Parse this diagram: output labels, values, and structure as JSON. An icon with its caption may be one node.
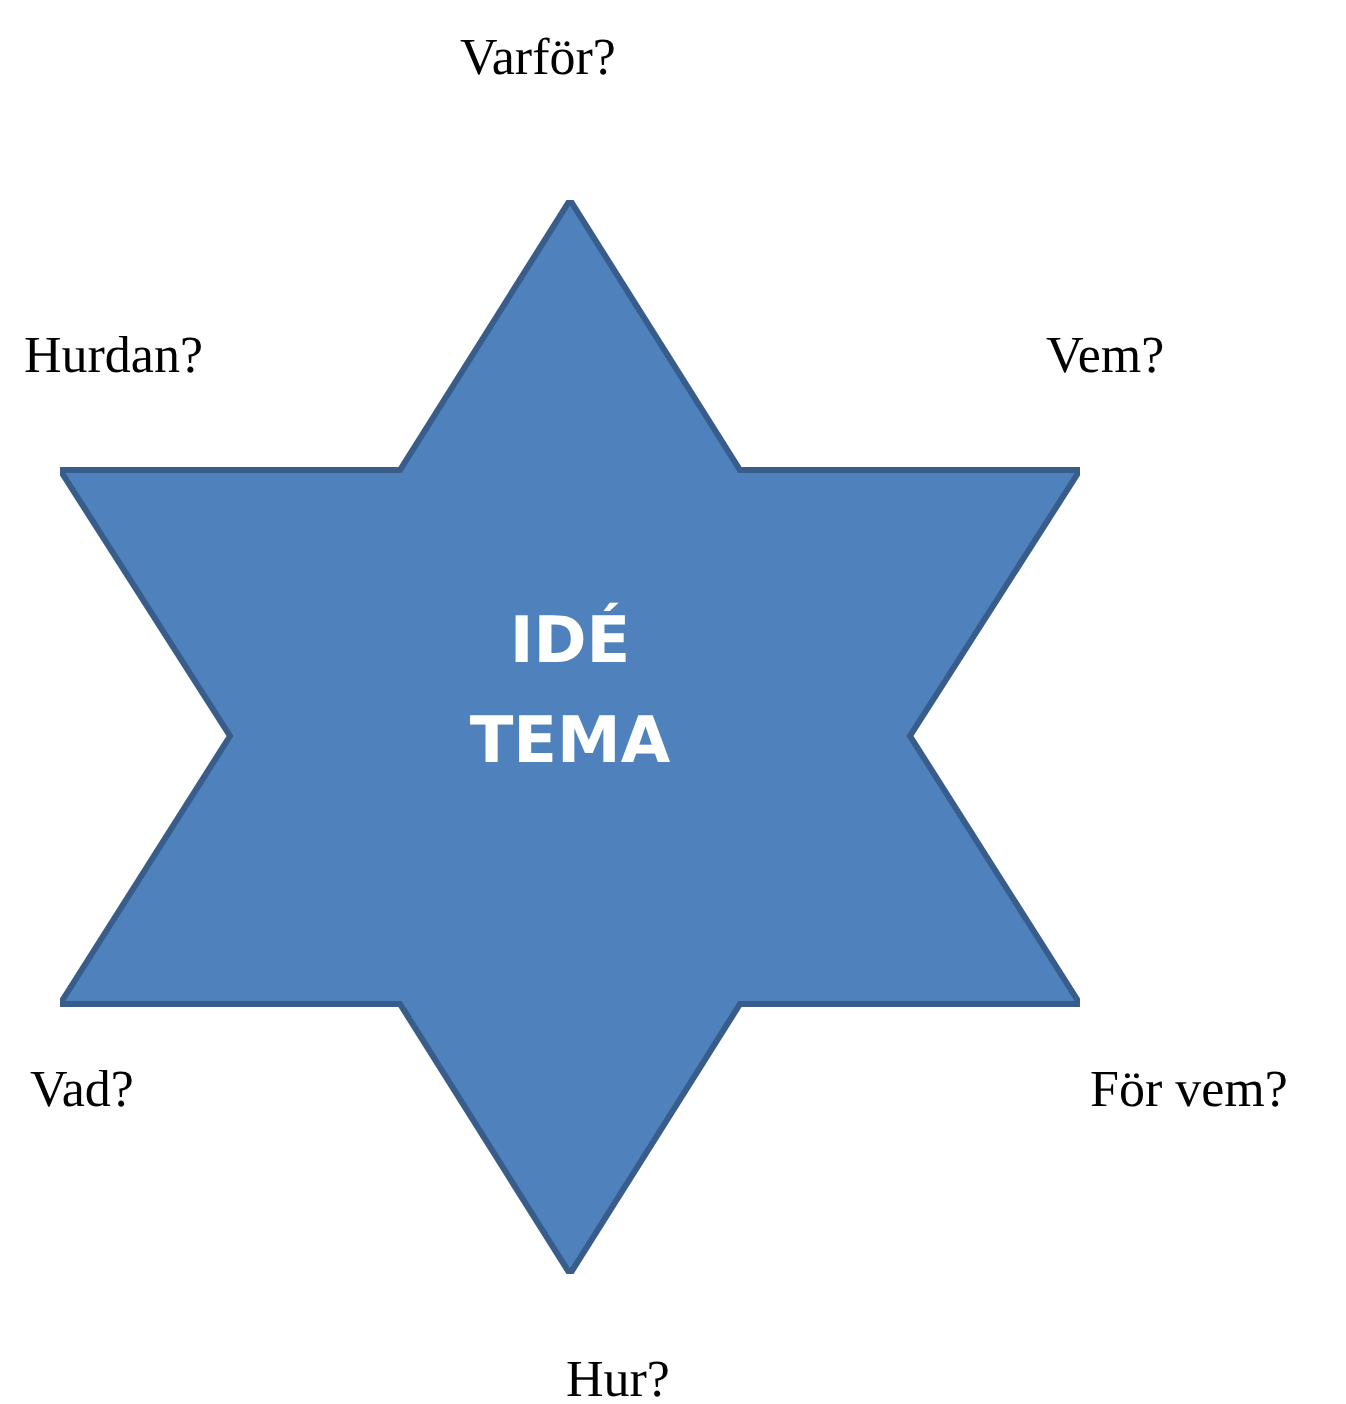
{
  "diagram": {
    "nodes": [
      {
        "text": [
          "IDÉ TEMA"
        ]
      }
    ],
    "labels": [
      "Varför?",
      "Hurdan?",
      "Vem?",
      "Vad?",
      "För vem?",
      "Hur?"
    ]
  }
}
